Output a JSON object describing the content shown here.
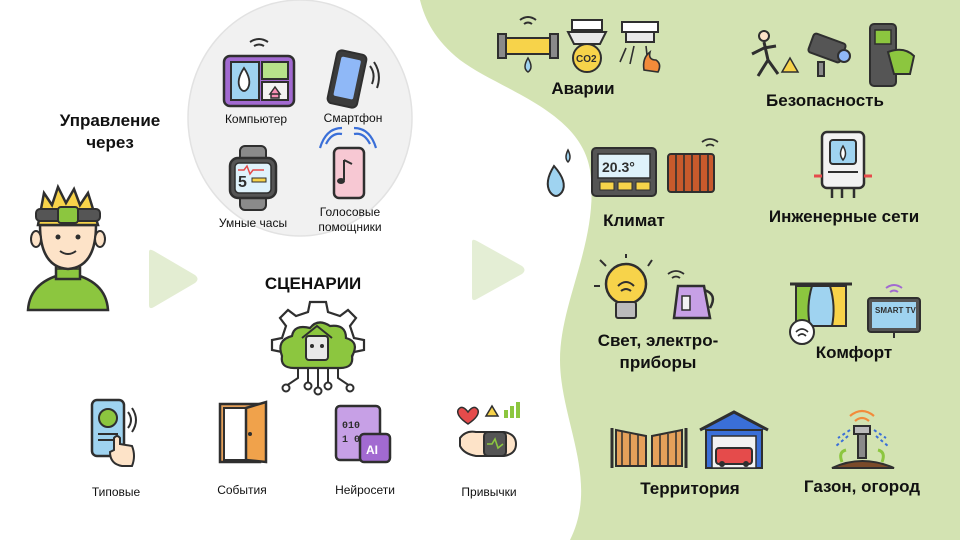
{
  "left": {
    "control_title": "Управление через",
    "devices": [
      {
        "label": "Компьютер",
        "icon": "tablet-icon"
      },
      {
        "label": "Смартфон",
        "icon": "smartphone-icon"
      },
      {
        "label": "Умные часы",
        "icon": "smartwatch-icon"
      },
      {
        "label": "Голосовые помощники",
        "icon": "voice-assistant-icon"
      }
    ],
    "scenarios_title": "СЦЕНАРИИ",
    "scenarios": [
      {
        "label": "Типовые",
        "icon": "phone-touch-icon"
      },
      {
        "label": "События",
        "icon": "door-icon"
      },
      {
        "label": "Нейросети",
        "icon": "ai-chip-icon"
      },
      {
        "label": "Привычки",
        "icon": "fitness-tracker-icon"
      }
    ]
  },
  "right": {
    "categories": [
      {
        "label": "Аварии",
        "icon": "leak-gas-fire-icon"
      },
      {
        "label": "Безопасность",
        "icon": "security-camera-icon"
      },
      {
        "label": "Климат",
        "icon": "thermostat-icon"
      },
      {
        "label": "Инженерные сети",
        "icon": "boiler-icon"
      },
      {
        "label": "Свет, электро-приборы",
        "icon": "bulb-kettle-icon"
      },
      {
        "label": "Комфорт",
        "icon": "curtains-tv-icon"
      },
      {
        "label": "Территория",
        "icon": "gate-garage-icon"
      },
      {
        "label": "Газон, огород",
        "icon": "sprinkler-icon"
      }
    ],
    "thermostat_value": "20.3°",
    "tv_text": "SMART TV",
    "co2_text": "CO2"
  },
  "colors": {
    "green_bg": "#d3e3b2",
    "lime": "#8cc63f",
    "outline": "#2f2f2f",
    "yellow": "#f7d34a",
    "blue": "#9fd3f0",
    "purple": "#a26ad1",
    "red": "#e54b4b"
  }
}
